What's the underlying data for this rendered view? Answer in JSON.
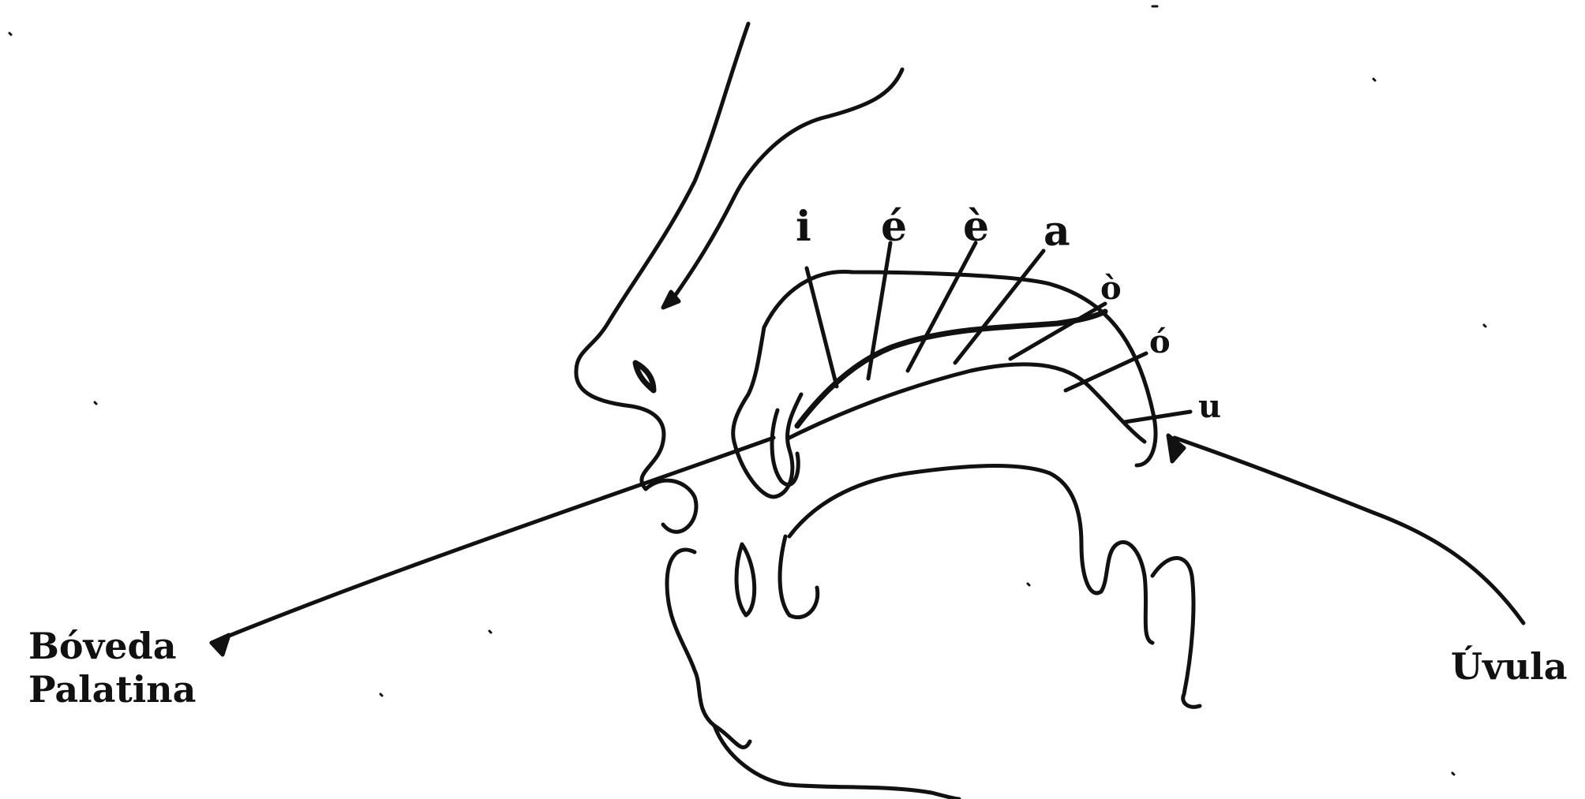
{
  "colors": {
    "ink": "#111111",
    "background": "#ffffff"
  },
  "vowels": [
    "i",
    "é",
    "è",
    "a",
    "ò",
    "ó",
    "u"
  ],
  "labels": {
    "boveda_line1": "Bóveda",
    "boveda_line2": "Palatina",
    "uvula": "Úvula"
  }
}
